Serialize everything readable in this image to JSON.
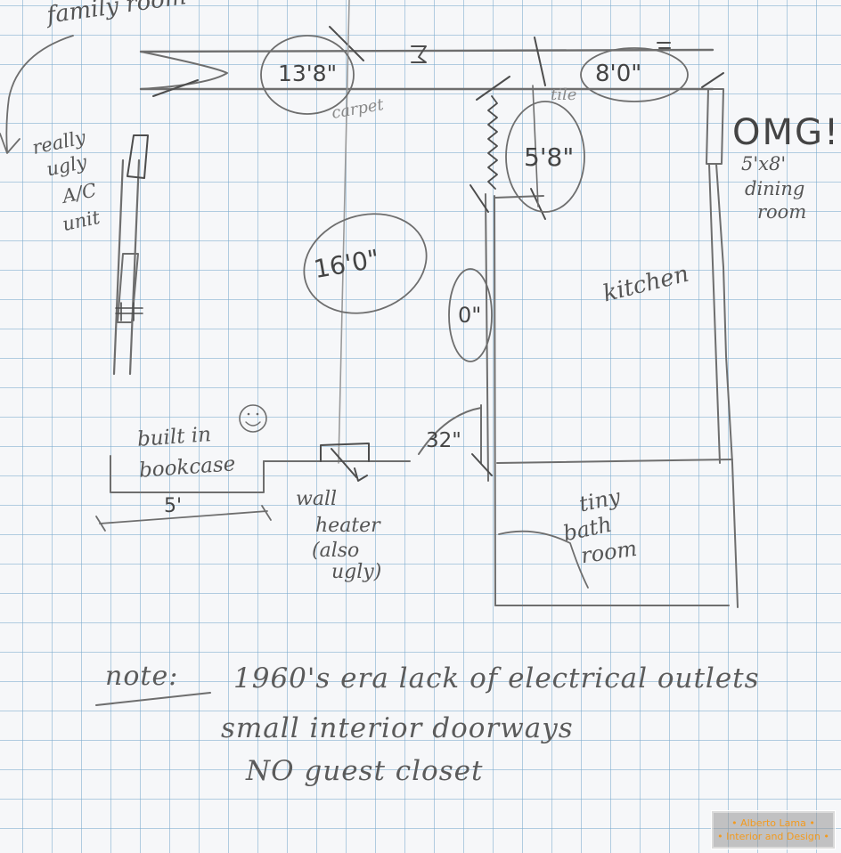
{
  "top_fragment": "family room",
  "labels": {
    "ac_unit": [
      "really",
      "ugly",
      "A/C",
      "unit"
    ],
    "omg": "OMG!",
    "dining": [
      "5'x8'",
      "dining",
      "room"
    ],
    "kitchen": "kitchen",
    "carpet": "carpet",
    "tile": "tile",
    "bookcase": [
      "built in",
      "bookcase"
    ],
    "heater": [
      "wall",
      "heater",
      "(also",
      "ugly)"
    ],
    "bathroom": [
      "tiny",
      "bath",
      "room"
    ]
  },
  "dimensions": {
    "living_width": "13'8\"",
    "dining_width": "8'0\"",
    "kitchen_depth": "5'8\"",
    "living_depth": "16'0\"",
    "small_zero": "0\"",
    "doorway": "32\"",
    "bookcase_width": "5'"
  },
  "note": {
    "heading": "note:",
    "lines": [
      "1960's era lack of electrical outlets",
      "small interior doorways",
      "NO guest closet"
    ]
  },
  "watermark": {
    "line1": "• Alberto Lama •",
    "line2": "• Interior and Design •",
    "accent": "#f29a1f"
  }
}
